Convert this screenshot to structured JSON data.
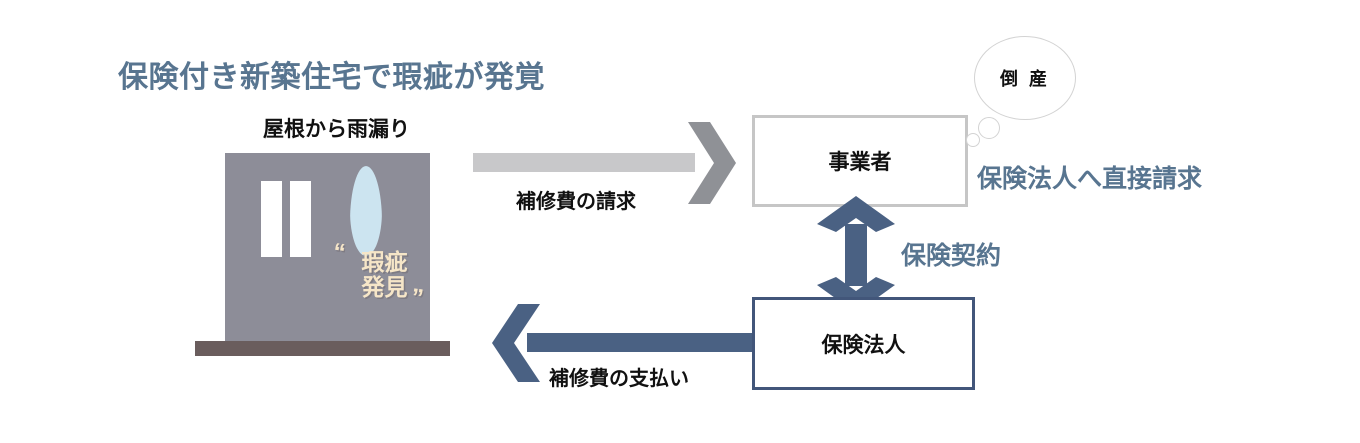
{
  "diagram": {
    "title": "保険付き新築住宅で瑕疵が発覚",
    "subtitle": "屋根から雨漏り",
    "building": {
      "found_text": "瑕疵\n発見",
      "found_line1": "瑕疵",
      "found_line2": "発見",
      "quote_open": "“",
      "quote_close": "„",
      "wall_color": "#8d8d98",
      "window_color": "#ffffff",
      "droplet_color": "#cce4f0",
      "ground_color": "#6a5d5d",
      "found_text_color": "#f6e6c8"
    },
    "nodes": [
      {
        "id": "contractor",
        "label": "事業者",
        "border_color": "#c6c6c6"
      },
      {
        "id": "insurer",
        "label": "保険法人",
        "border_color": "#42567a"
      }
    ],
    "bubble": {
      "label": "倒 産",
      "border_color": "#d3d3d3"
    },
    "arrows": [
      {
        "id": "repair-claim",
        "label": "補修費の請求",
        "direction": "right",
        "color": "#c8c8ca",
        "head_color": "#8f9196"
      },
      {
        "id": "insurance-contract",
        "label": "保険契約",
        "direction": "updown",
        "color": "#4a6183"
      },
      {
        "id": "repair-payment",
        "label": "補修費の支払い",
        "direction": "left",
        "color": "#4a6183"
      }
    ],
    "annotations": [
      {
        "id": "direct-claim",
        "label": "保険法人へ直接請求",
        "color": "#587590"
      }
    ],
    "colors": {
      "accent_blue": "#587590",
      "arrow_blue": "#4a6183",
      "arrow_grey": "#c8c8ca",
      "arrow_grey_head": "#8f9196",
      "text_black": "#111111"
    }
  }
}
